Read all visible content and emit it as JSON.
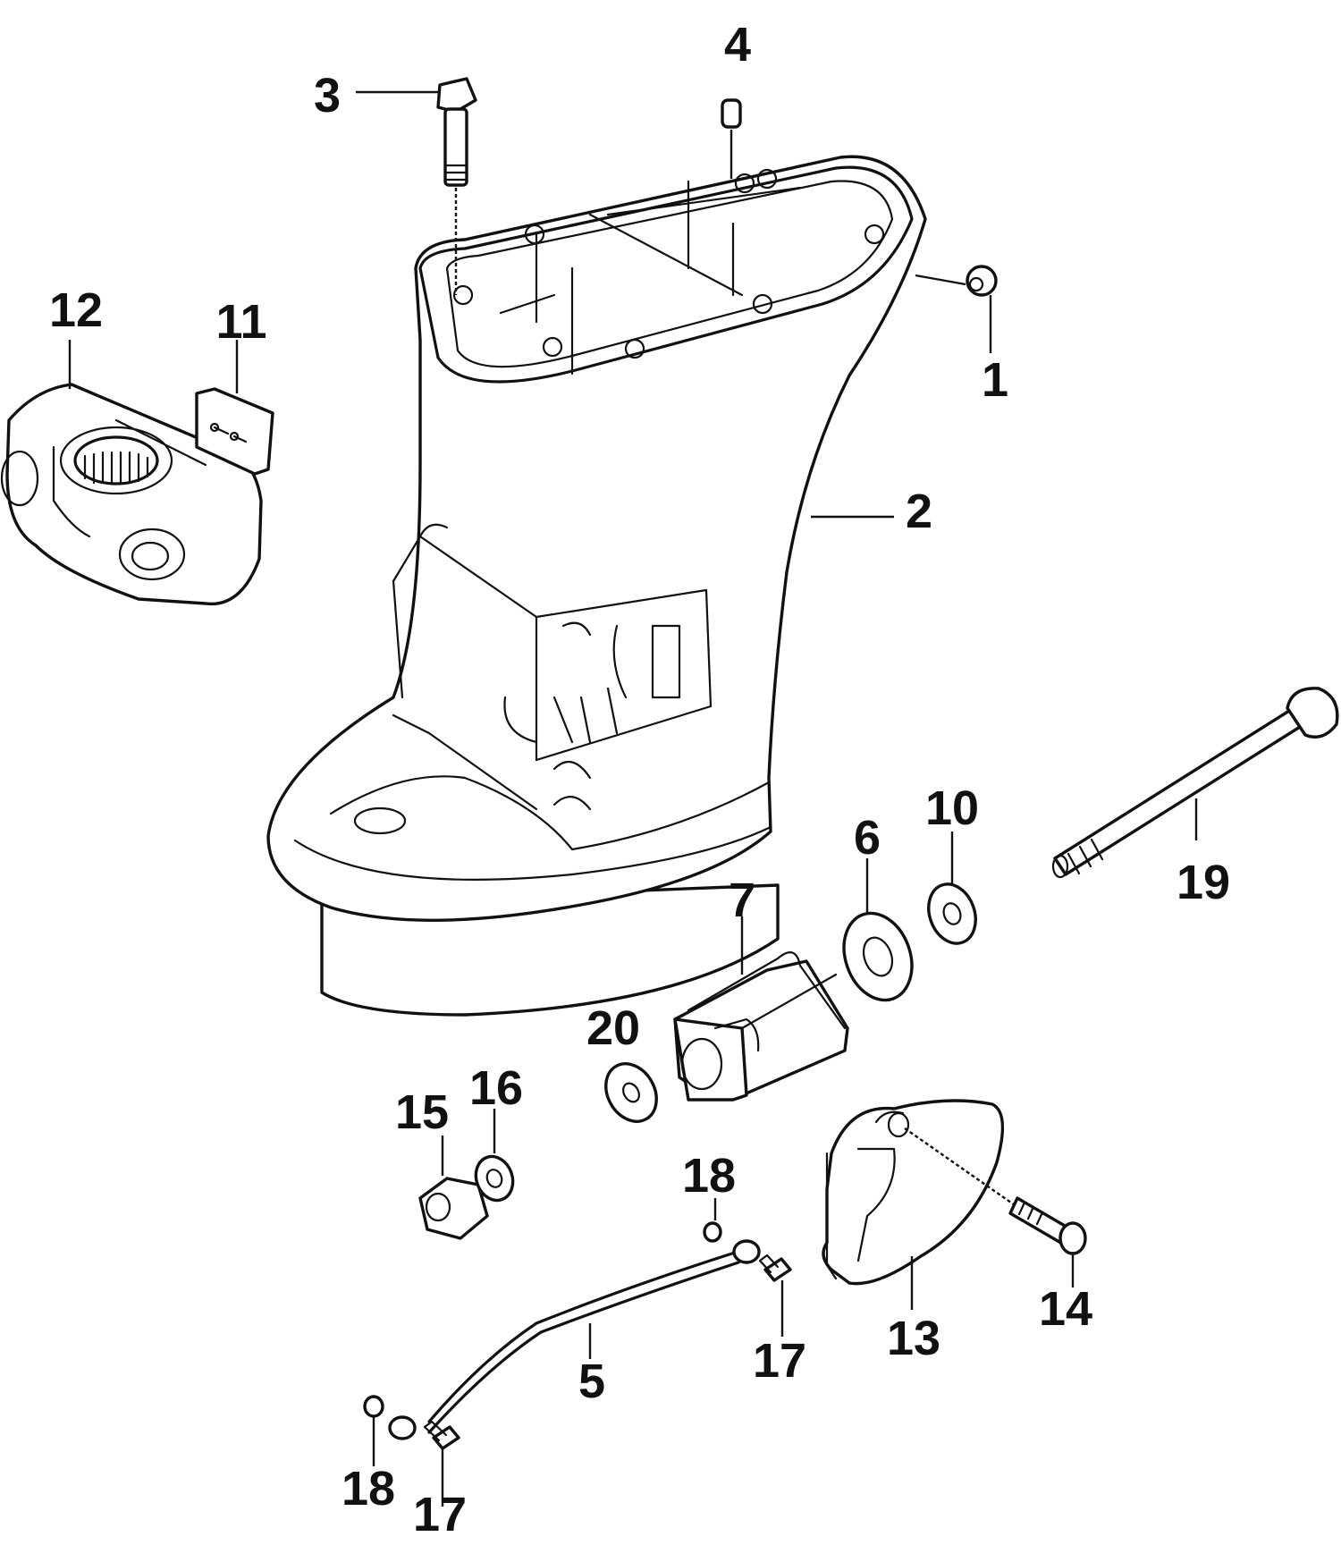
{
  "callouts": [
    {
      "id": "1",
      "text": "1"
    },
    {
      "id": "2",
      "text": "2"
    },
    {
      "id": "3",
      "text": "3"
    },
    {
      "id": "4",
      "text": "4"
    },
    {
      "id": "5",
      "text": "5"
    },
    {
      "id": "6",
      "text": "6"
    },
    {
      "id": "7",
      "text": "7"
    },
    {
      "id": "10",
      "text": "10"
    },
    {
      "id": "11",
      "text": "11"
    },
    {
      "id": "12",
      "text": "12"
    },
    {
      "id": "13",
      "text": "13"
    },
    {
      "id": "14",
      "text": "14"
    },
    {
      "id": "15",
      "text": "15"
    },
    {
      "id": "16",
      "text": "16"
    },
    {
      "id": "17a",
      "text": "17"
    },
    {
      "id": "17b",
      "text": "17"
    },
    {
      "id": "18a",
      "text": "18"
    },
    {
      "id": "18b",
      "text": "18"
    },
    {
      "id": "19",
      "text": "19"
    },
    {
      "id": "20",
      "text": "20"
    }
  ]
}
